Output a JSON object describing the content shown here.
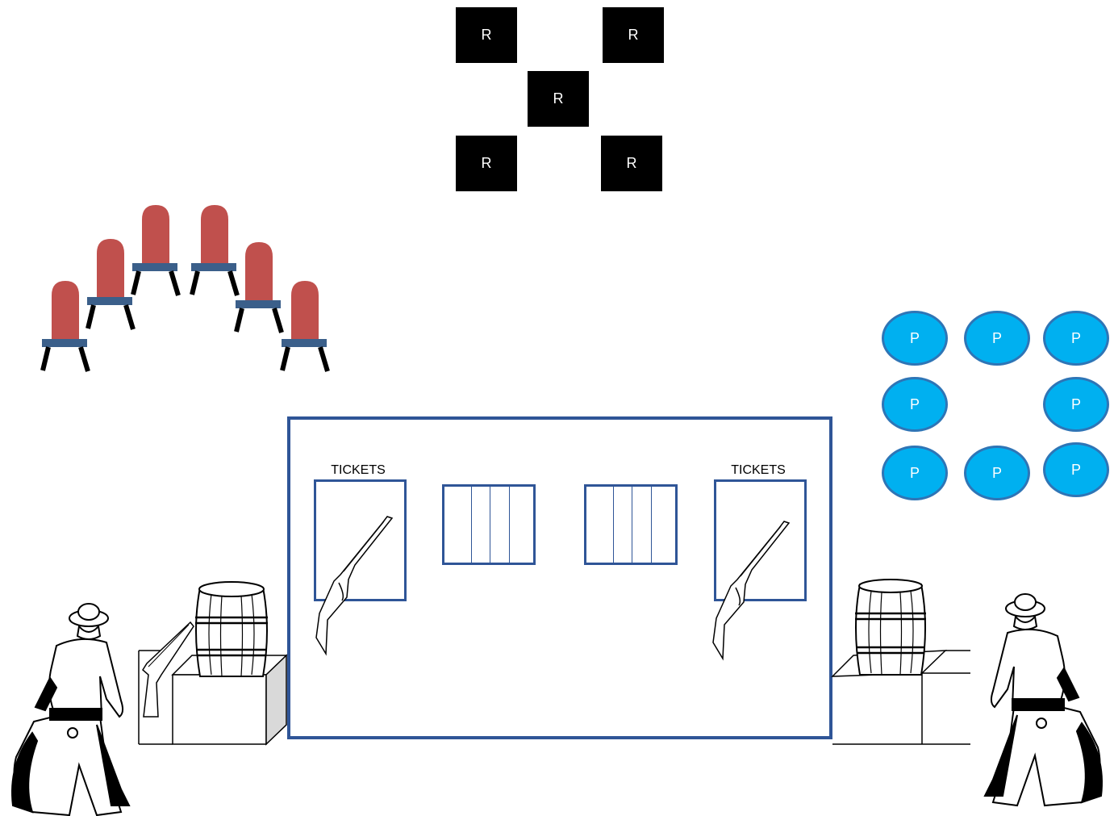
{
  "stage_area": {
    "label": "R",
    "boxes": [
      {
        "label": "R"
      },
      {
        "label": "R"
      },
      {
        "label": "R"
      },
      {
        "label": "R"
      },
      {
        "label": "R"
      }
    ]
  },
  "seating": {
    "chair_count": 6,
    "chair_color": "#c0504d",
    "seat_color": "#3b5f8a",
    "leg_color": "#000000"
  },
  "people_group": {
    "ovals": [
      {
        "label": "P"
      },
      {
        "label": "P"
      },
      {
        "label": "P"
      },
      {
        "label": "P"
      },
      {
        "label": "P"
      },
      {
        "label": "P"
      },
      {
        "label": "P"
      },
      {
        "label": "P"
      }
    ],
    "fill_color": "#00b0f0",
    "border_color": "#2e75b6"
  },
  "booth": {
    "border_color": "#2f5597",
    "ticket_windows": [
      {
        "label": "TICKETS",
        "icon": "rifle-icon"
      },
      {
        "label": "TICKETS",
        "icon": "rifle-icon"
      }
    ],
    "barred_windows": [
      {
        "icon": "bars"
      },
      {
        "icon": "bars"
      }
    ]
  },
  "props": {
    "left": {
      "figure": "cowboy-icon",
      "barrel": "barrel-icon",
      "rifle": "rifle-icon",
      "crate": "crate-icon"
    },
    "right": {
      "figure": "cowboy-icon",
      "barrel": "barrel-icon",
      "crate": "crate-icon"
    }
  }
}
